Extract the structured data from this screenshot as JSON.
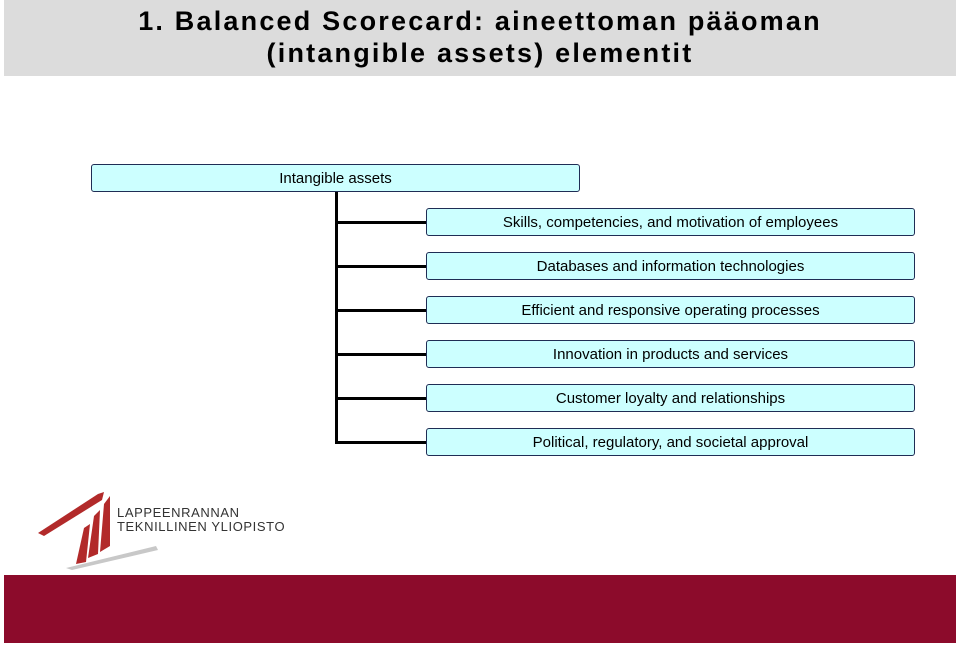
{
  "title": {
    "line1": "1. Balanced Scorecard: aineettoman pääoman",
    "line2": "(intangible assets) elementit"
  },
  "diagram": {
    "root": "Intangible assets",
    "children": [
      "Skills, competencies, and motivation of employees",
      "Databases and information technologies",
      "Efficient and responsive operating processes",
      "Innovation in products and services",
      "Customer loyalty and relationships",
      "Political, regulatory, and societal approval"
    ]
  },
  "logo": {
    "line1": "LAPPEENRANNAN",
    "line2": "TEKNILLINEN YLIOPISTO"
  },
  "colors": {
    "box_fill": "#ccffff",
    "box_border": "#1f2d55",
    "footer": "#8c0b2b",
    "title_band": "#dcdcdc",
    "logo_red": "#b22a2a"
  }
}
